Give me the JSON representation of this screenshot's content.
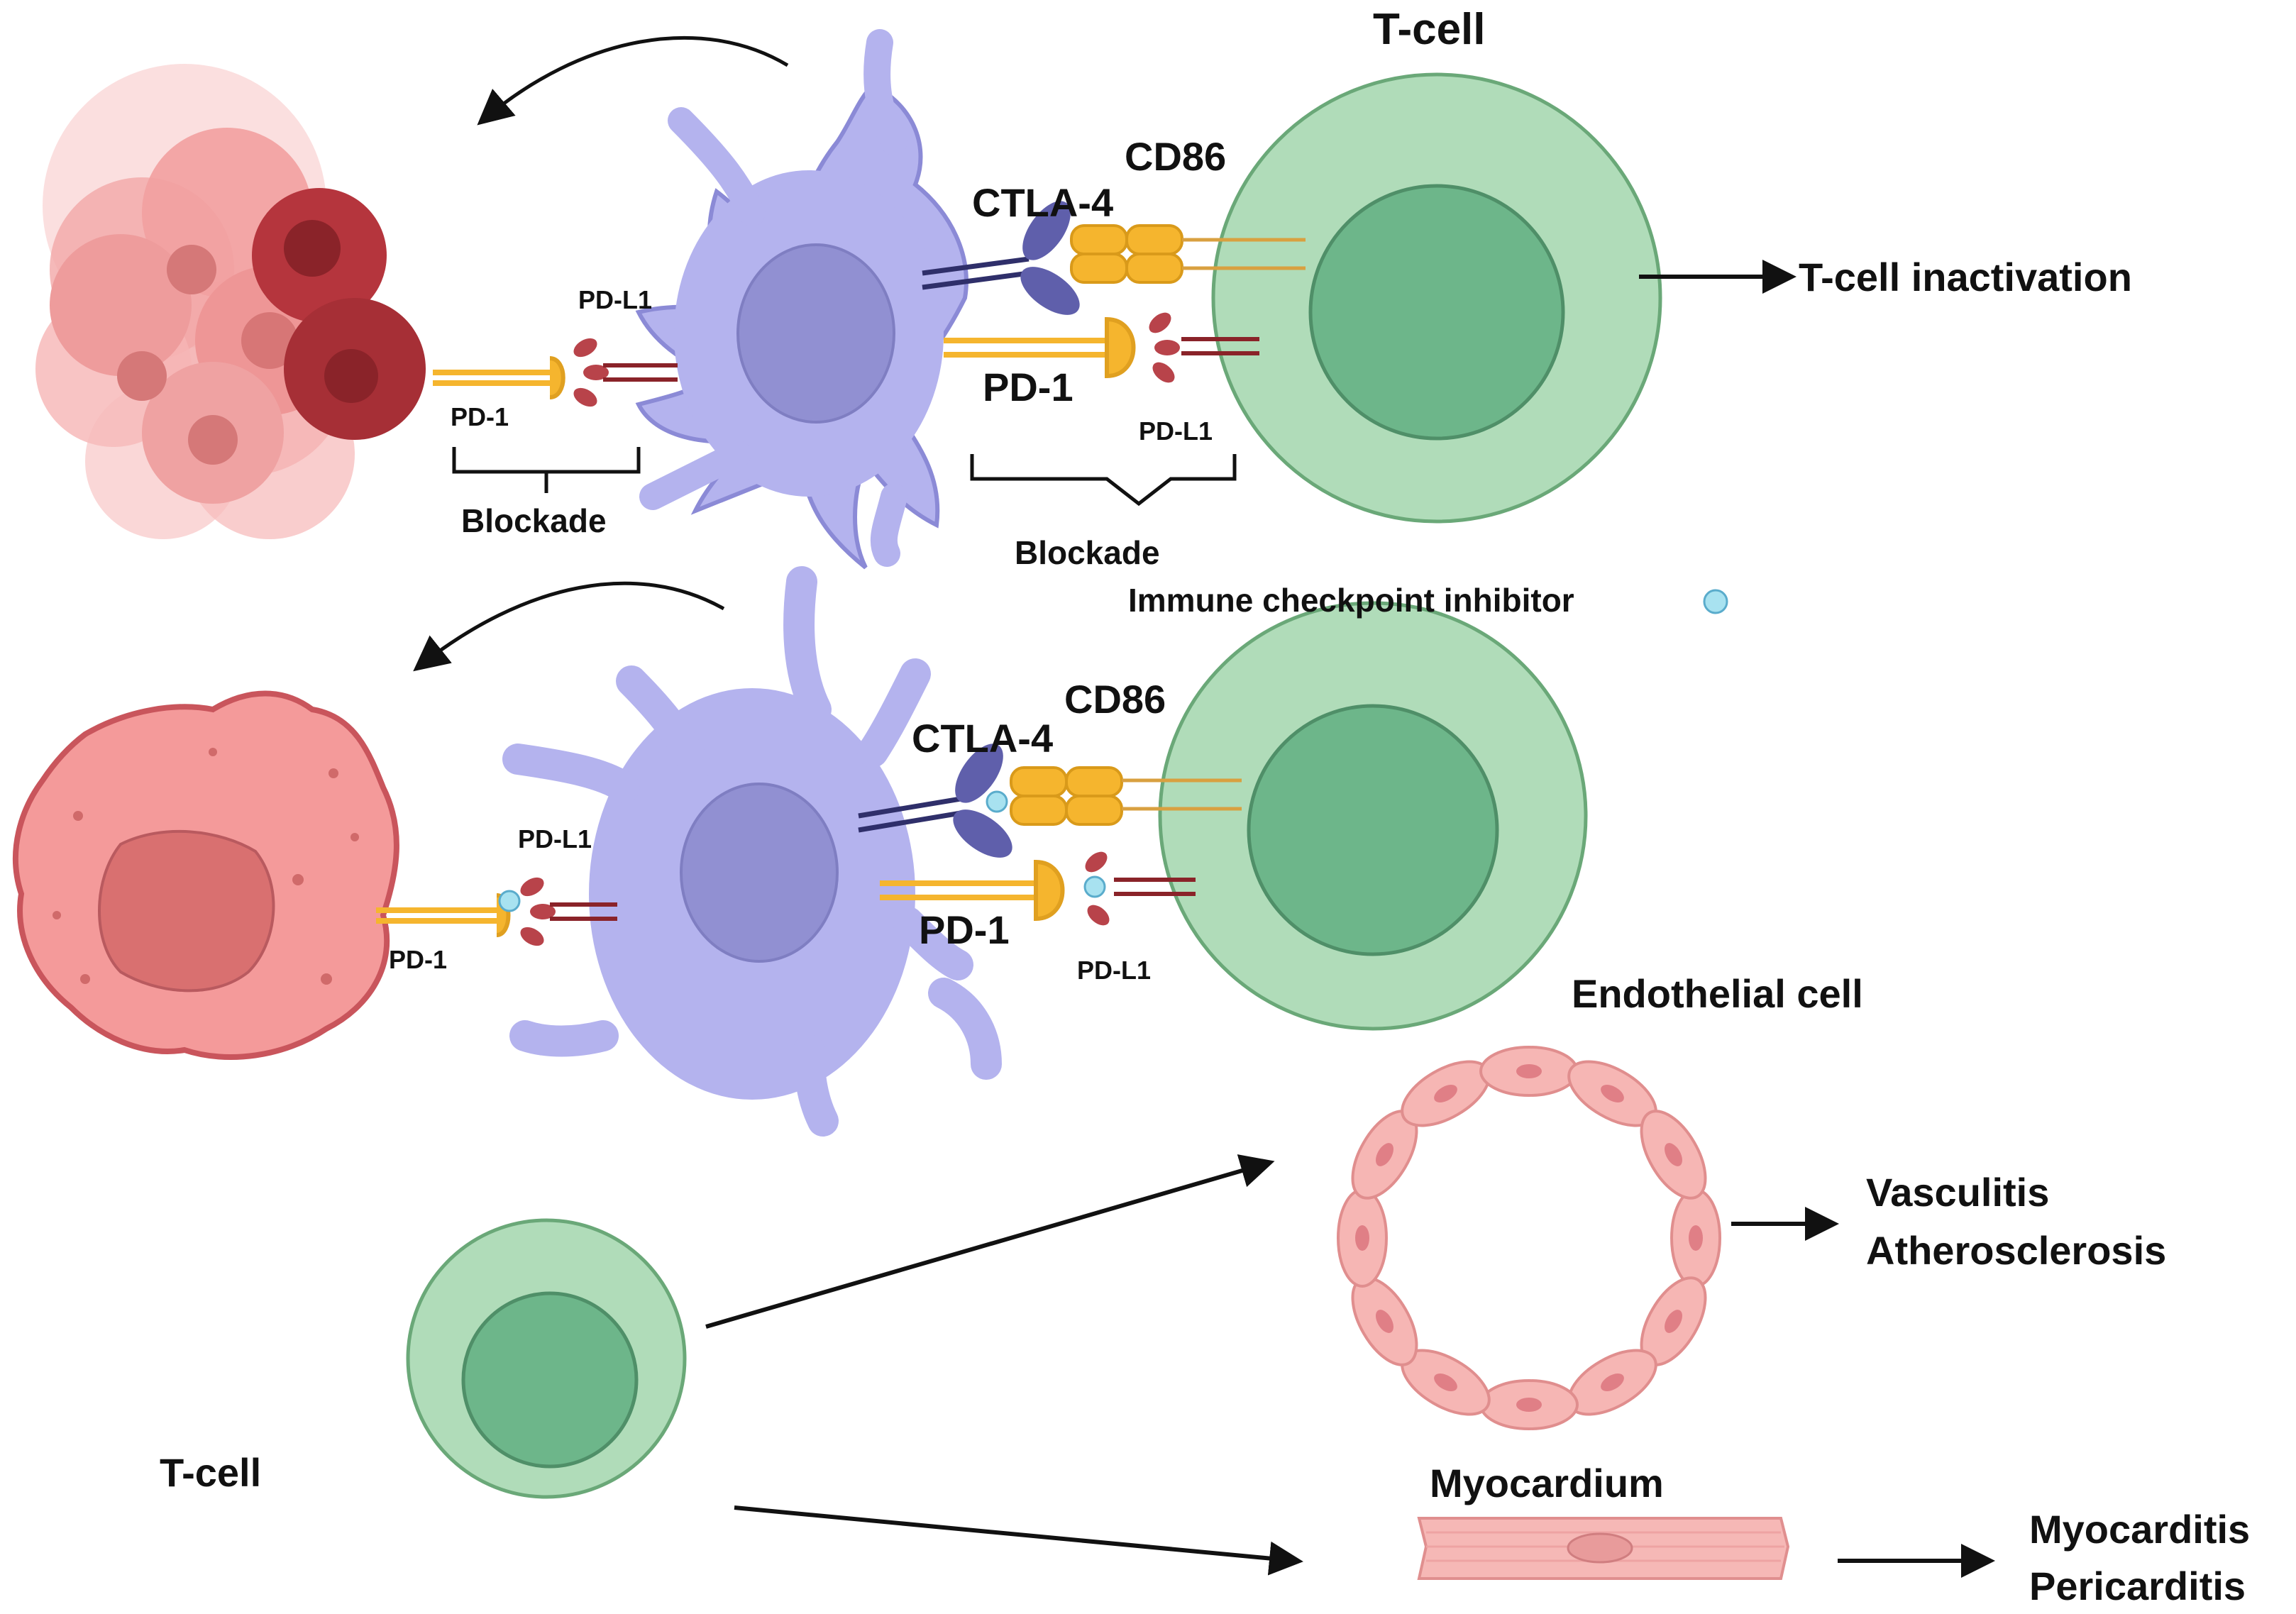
{
  "top_panel": {
    "tcell_title": "T-cell",
    "cd86": "CD86",
    "ctla4": "CTLA-4",
    "pd1_center": "PD-1",
    "pdl1_right": "PD-L1",
    "pdl1_left": "PD-L1",
    "pd1_left": "PD-1",
    "blockade_left": "Blockade",
    "blockade_right": "Blockade",
    "outcome": "T-cell inactivation"
  },
  "legend": {
    "inhibitor": "Immune checkpoint inhibitor",
    "inhibitor_color": "#a8e2f0"
  },
  "middle_panel": {
    "cd86": "CD86",
    "ctla4": "CTLA-4",
    "pdl1_left": "PD-L1",
    "pd1_left": "PD-1",
    "pd1_center": "PD-1",
    "pdl1_right": "PD-L1"
  },
  "bottom_panel": {
    "tcell_label": "T-cell",
    "endothelial_title": "Endothelial cell",
    "vascular_outcome_1": "Vasculitis",
    "vascular_outcome_2": "Atherosclerosis",
    "myocardium_title": "Myocardium",
    "cardiac_outcome_1": "Myocarditis",
    "cardiac_outcome_2": "Pericarditis"
  },
  "colors": {
    "dendritic_cell": "#b4b3ee",
    "dendritic_nucleus": "#9190d2",
    "tcell_outer": "#b0dcb9",
    "tcell_inner": "#6db68a",
    "tumor": "#f2a0a0",
    "tumor_dark": "#b5353d",
    "receptor_yellow": "#f5b52e",
    "ligand_red": "#b8434a",
    "ctla4_purple": "#5f5fab"
  }
}
